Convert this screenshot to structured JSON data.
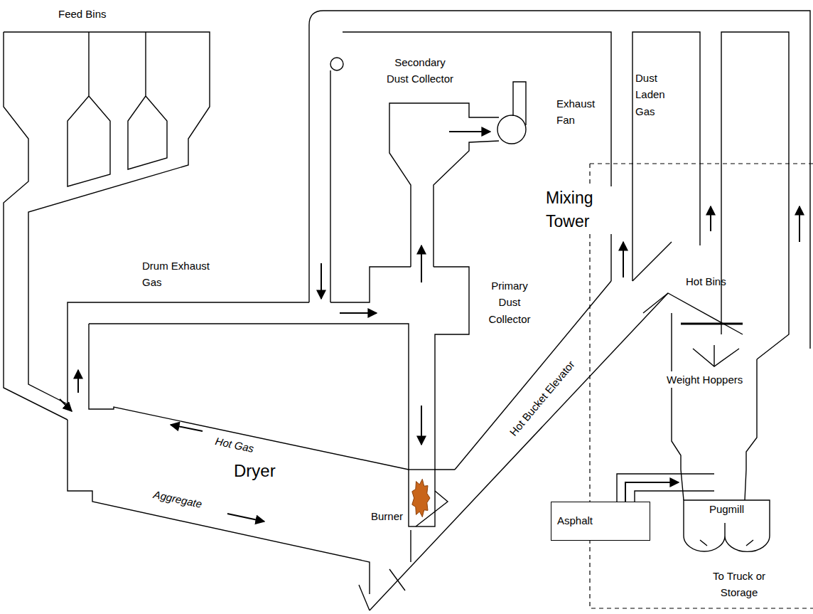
{
  "diagram": {
    "nodes": [
      {
        "text": [
          "Dryer"
        ]
      },
      {
        "text": [
          "Asphalt"
        ]
      },
      {
        "text": [
          "Pugmill"
        ]
      }
    ],
    "edges": [
      {
        "from": 1,
        "to": 2,
        "arrow": "to"
      }
    ],
    "labels": [
      "Feed Bins",
      "Secondary Dust Collector",
      "Exhaust Fan",
      "Dust Laden Gas",
      "Mixing Tower",
      "Drum Exhaust Gas",
      "Primary Dust Collector",
      "Hot Bins",
      "Hot Bucket Elevator",
      "Weight Hoppers",
      "Hot Gas",
      "Aggregate",
      "Burner",
      "To Truck or Storage"
    ]
  }
}
